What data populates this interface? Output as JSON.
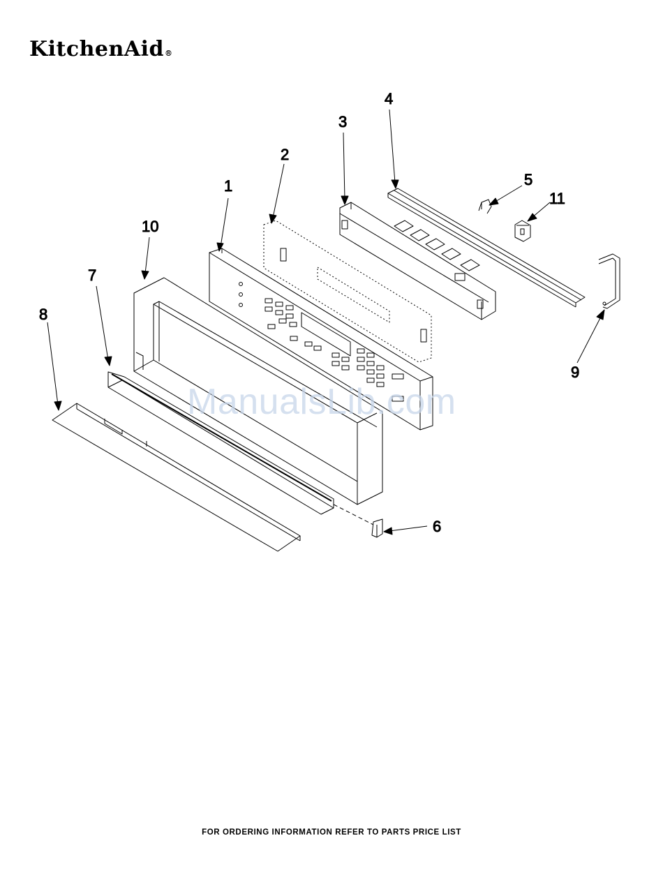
{
  "brand": {
    "name": "KitchenAid",
    "mark": "®"
  },
  "watermark": "ManualsLib.com",
  "footer": "FOR ORDERING INFORMATION REFER TO PARTS PRICE LIST",
  "callouts": [
    "1",
    "2",
    "3",
    "4",
    "5",
    "6",
    "7",
    "8",
    "9",
    "10",
    "11"
  ]
}
